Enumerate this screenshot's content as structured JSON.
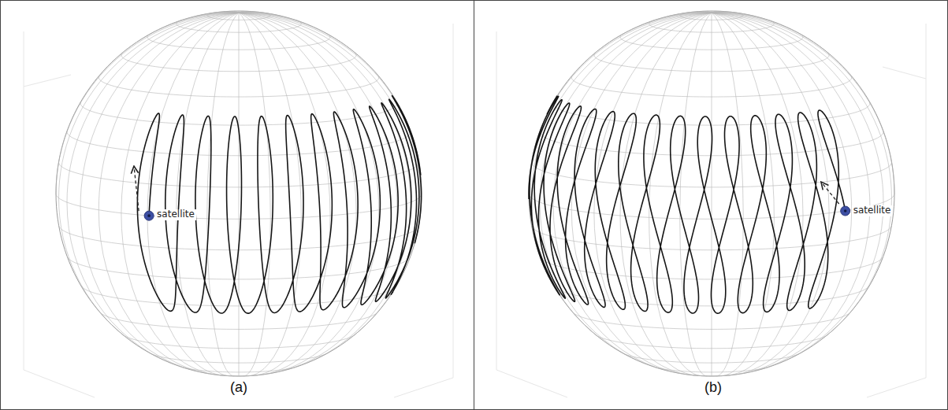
{
  "diagram": {
    "labels": [
      "satellite",
      "(a)",
      "satellite",
      "(b)"
    ]
  }
}
